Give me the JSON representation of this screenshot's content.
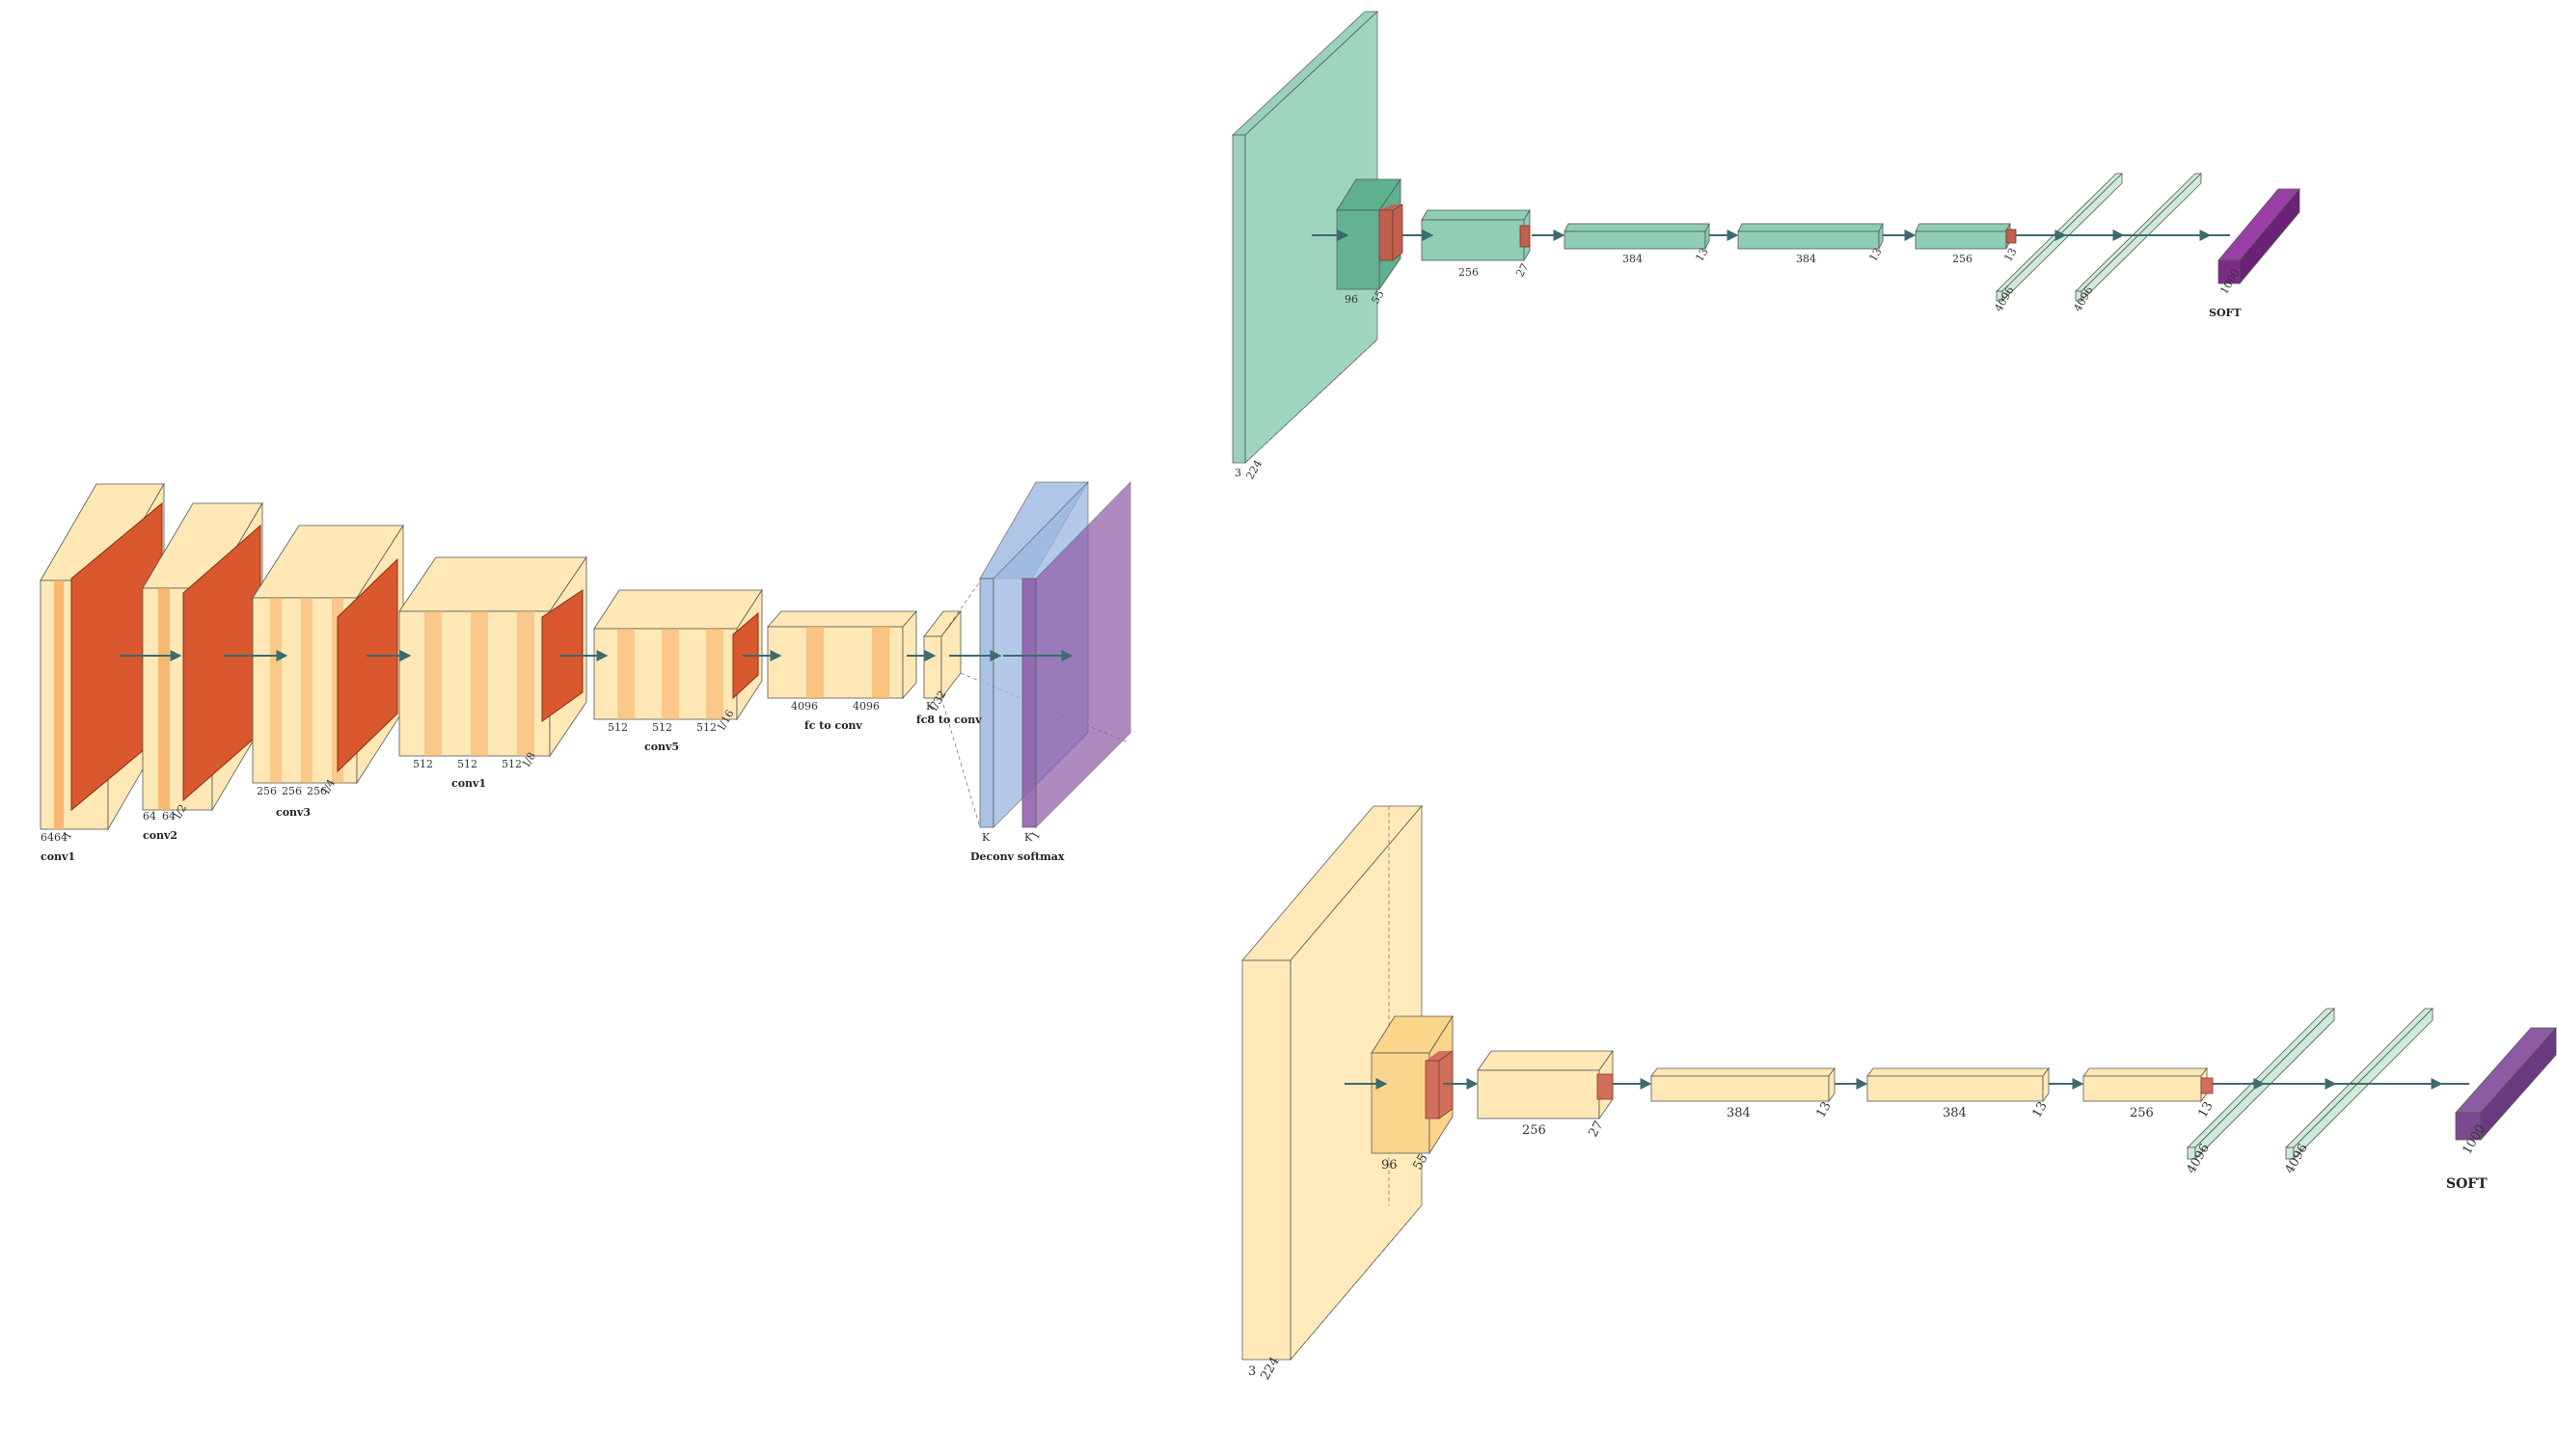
{
  "colors": {
    "conv": "#FFE8B5",
    "relu": "#F6B36A",
    "pool": "#D9582E",
    "deconv": "#9CB8E0",
    "softmax": "#8E5AA8",
    "green": "#8FCDB5",
    "red": "#C0604F",
    "fc": "#CDEBD8",
    "soft_purple": "#7E2A8A",
    "soft_purple2": "#7B4A8F",
    "arrow": "#3C6B70"
  },
  "fcn": {
    "stage_labels": [
      "conv1",
      "conv2",
      "conv3",
      "conv1",
      "conv5",
      "fc to conv",
      "fc8 to conv",
      "Deconv softmax"
    ],
    "conv1": [
      "64",
      "64",
      "I"
    ],
    "conv2": [
      "64",
      "64",
      "I/2"
    ],
    "conv3": [
      "256",
      "256",
      "256",
      "I/4"
    ],
    "conv4": [
      "512",
      "512",
      "512",
      "I/8"
    ],
    "conv5": [
      "512",
      "512",
      "512",
      "I/16"
    ],
    "fc": [
      "4096",
      "4096"
    ],
    "fc8": [
      "K",
      "I/32"
    ],
    "deconv": [
      "K",
      "K",
      "I"
    ]
  },
  "alexnet_top": {
    "input": [
      "3",
      "224"
    ],
    "conv1": [
      "96",
      "55"
    ],
    "conv2": [
      "256",
      "27"
    ],
    "conv3": [
      "384",
      "13"
    ],
    "conv4": [
      "384",
      "13"
    ],
    "conv5": [
      "256",
      "13"
    ],
    "fc6": "4096",
    "fc7": "4096",
    "out": "1000",
    "soft": "SOFT"
  },
  "alexnet_bottom": {
    "input": [
      "3",
      "224"
    ],
    "conv1": [
      "96",
      "55"
    ],
    "conv2": [
      "256",
      "27"
    ],
    "conv3": [
      "384",
      "13"
    ],
    "conv4": [
      "384",
      "13"
    ],
    "conv5": [
      "256",
      "13"
    ],
    "fc6": "4096",
    "fc7": "4096",
    "out": "1000",
    "soft": "SOFT"
  }
}
